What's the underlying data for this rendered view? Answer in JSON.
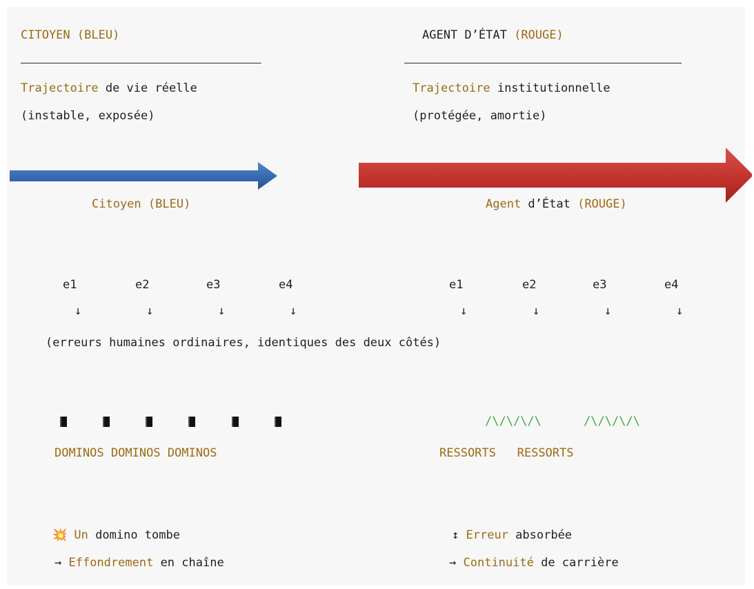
{
  "left": {
    "header_word": "CITOYEN",
    "header_tag": "(BLEU)",
    "traj_word": "Trajectoire",
    "traj_rest": " de vie réelle",
    "traj_desc": "(instable, exposée)",
    "arrow_color": "#3b6fb6",
    "arrow_word": "Citoyen",
    "arrow_tag": "(BLEU)",
    "errors": [
      "e1",
      "e2",
      "e3",
      "e4"
    ],
    "error_arrow": "↓",
    "items_label": [
      "DOMINOS",
      "DOMINOS",
      "DOMINOS"
    ],
    "outcome_icon": "💥",
    "outcome1_word": "Un",
    "outcome1_rest": " domino tombe",
    "outcome2_arrow": "→",
    "outcome2_word": "Effondrement",
    "outcome2_rest": " en chaîne"
  },
  "right": {
    "header_word": "AGENT D’ÉTAT",
    "header_tag": "(ROUGE)",
    "traj_word": "Trajectoire",
    "traj_rest": " institutionnelle",
    "traj_desc": "(protégée, amortie)",
    "arrow_color": "#c0302b",
    "arrow_word": "Agent",
    "arrow_rest": " d’État ",
    "arrow_tag": "(ROUGE)",
    "errors": [
      "e1",
      "e2",
      "e3",
      "e4"
    ],
    "error_arrow": "↓",
    "springs": [
      "/\\/\\/\\/\\",
      "/\\/\\/\\/\\"
    ],
    "items_label": [
      "RESSORTS",
      "RESSORTS"
    ],
    "outcome1_icon": "↕",
    "outcome1_word": "Erreur",
    "outcome1_rest": " absorbée",
    "outcome2_arrow": "→",
    "outcome2_word": "Continuité",
    "outcome2_rest": " de carrière"
  },
  "middle_note": "(erreurs humaines ordinaires, identiques des deux côtés)"
}
